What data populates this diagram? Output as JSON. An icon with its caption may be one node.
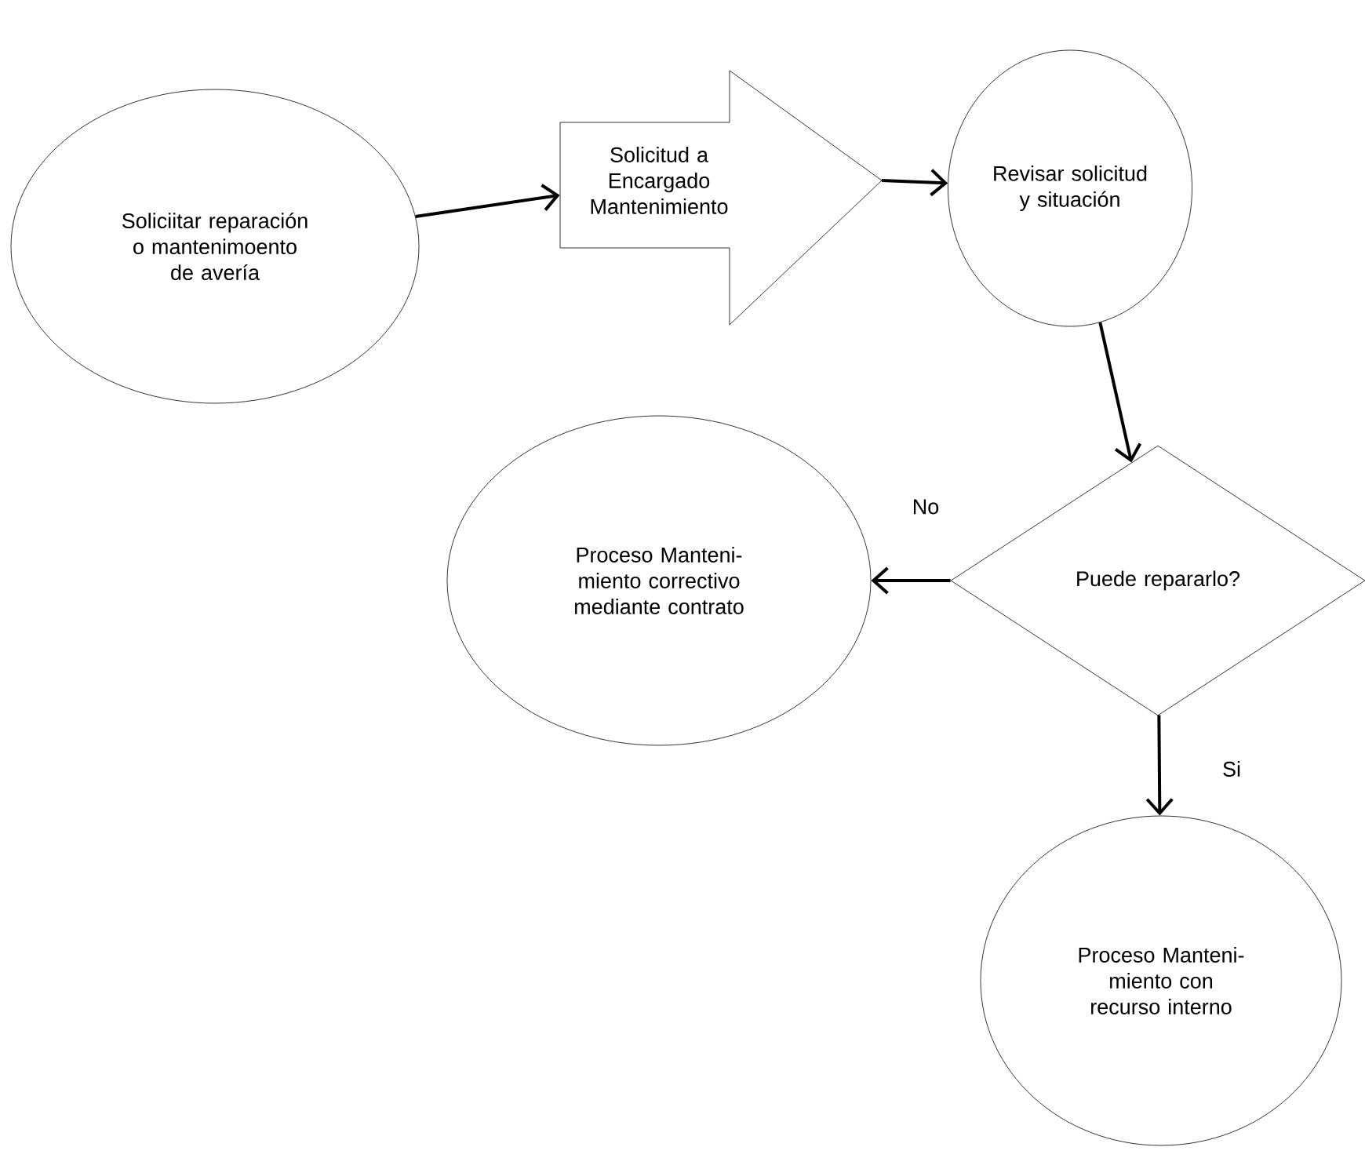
{
  "diagram": {
    "nodes": [
      {
        "text": [
          "Soliciitar reparación o mantenimoento de avería"
        ]
      },
      {
        "text": [
          "Solicitud a Encargado Mantenimiento"
        ]
      },
      {
        "text": [
          "Revisar solicitud y situación"
        ]
      },
      {
        "text": [
          "Puede repararlo?"
        ]
      },
      {
        "text": [
          "Proceso Manteni- miento correctivo mediante contrato"
        ]
      },
      {
        "text": [
          "Proceso Manteni- miento con recurso interno"
        ]
      }
    ],
    "edges": [
      {
        "from": 0,
        "to": 1,
        "arrow": "to"
      },
      {
        "from": 1,
        "to": 2,
        "arrow": "to"
      },
      {
        "from": 2,
        "to": 3,
        "arrow": "to"
      },
      {
        "from": 3,
        "to": 4,
        "arrow": "to",
        "label": "No"
      },
      {
        "from": 3,
        "to": 5,
        "arrow": "to",
        "label": "Si"
      }
    ]
  }
}
